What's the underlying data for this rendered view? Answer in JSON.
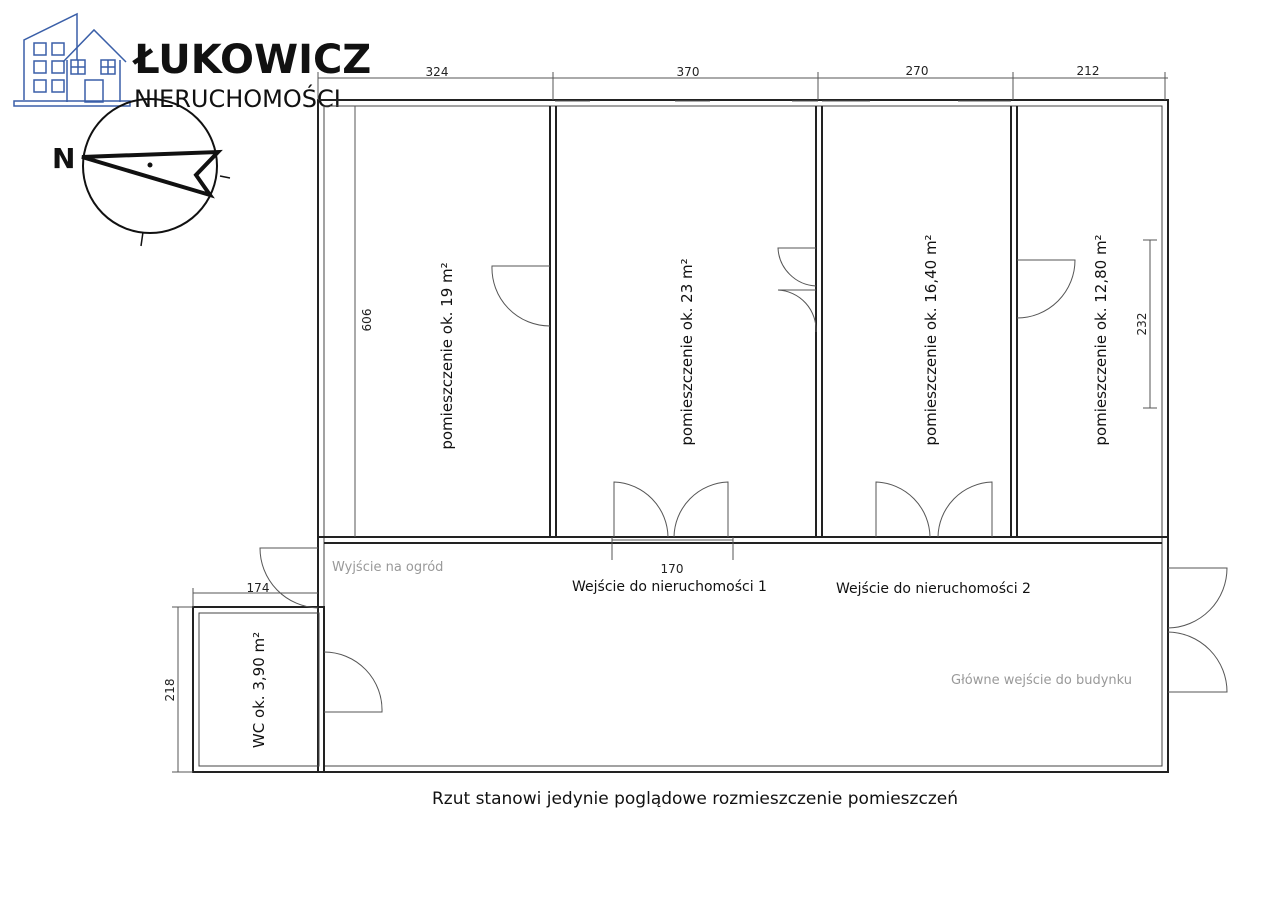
{
  "logo": {
    "name": "ŁUKOWICZ",
    "subtitle": "NIERUCHOMOŚCI"
  },
  "compass": {
    "label": "N"
  },
  "dimensions": {
    "room1_width": "324",
    "room2_width": "370",
    "room3_width": "270",
    "room4_width": "212",
    "room_depth": "606",
    "window_height": "232",
    "entry_width": "170",
    "wc_width": "174",
    "wc_depth": "218"
  },
  "rooms": [
    {
      "label": "pomieszczenie ok. 19 m²"
    },
    {
      "label": "pomieszczenie ok. 23 m²"
    },
    {
      "label": "pomieszczenie ok. 16,40 m²"
    },
    {
      "label": "pomieszczenie ok. 12,80 m²"
    },
    {
      "label": "WC ok. 3,90 m²"
    }
  ],
  "labels": {
    "garden_exit": "Wyjście na ogród",
    "entry1": "Wejście do nieruchomości 1",
    "entry2": "Wejście do nieruchomości 2",
    "main_entry": "Główne wejście do budynku",
    "caption": "Rzut stanowi jedynie poglądowe rozmieszczenie pomieszczeń"
  }
}
